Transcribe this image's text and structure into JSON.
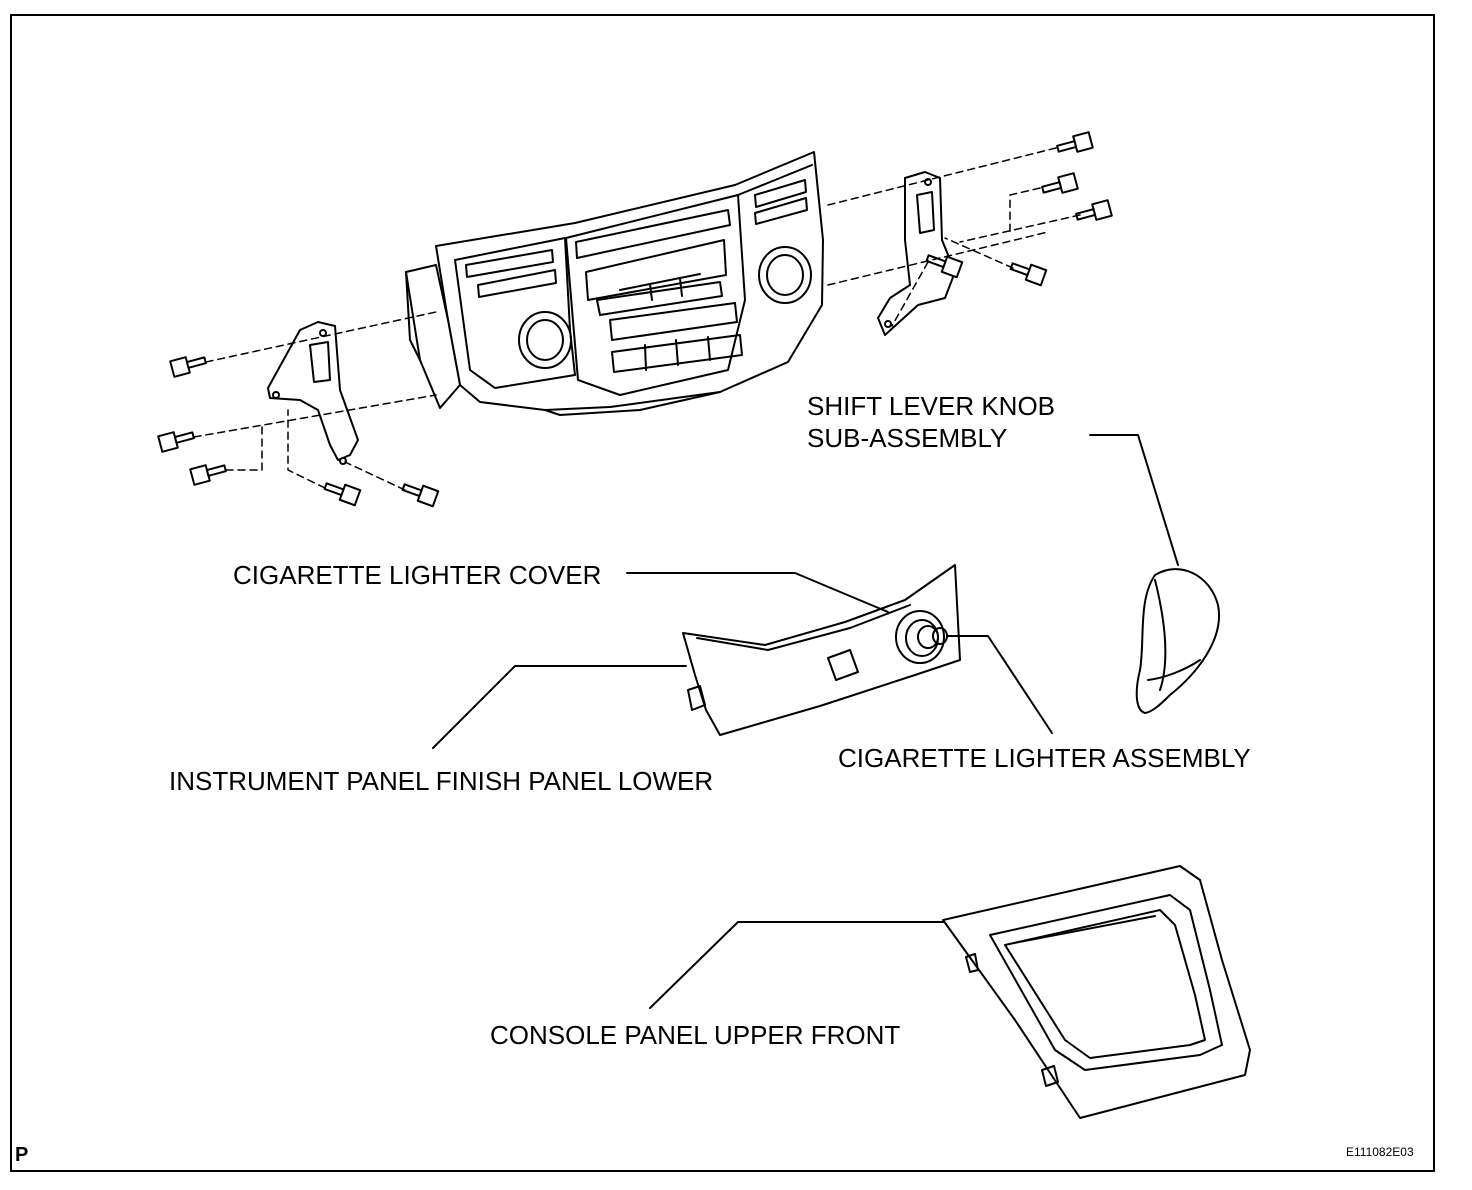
{
  "labels": {
    "shift_knob_line1": "SHIFT LEVER KNOB",
    "shift_knob_line2": "SUB-ASSEMBLY",
    "cig_cover": "CIGARETTE LIGHTER COVER",
    "cig_assembly": "CIGARETTE LIGHTER ASSEMBLY",
    "finish_panel": "INSTRUMENT PANEL FINISH PANEL LOWER",
    "console_panel": "CONSOLE PANEL UPPER FRONT"
  },
  "corner_mark": "P",
  "figure_code": "E111082E03"
}
